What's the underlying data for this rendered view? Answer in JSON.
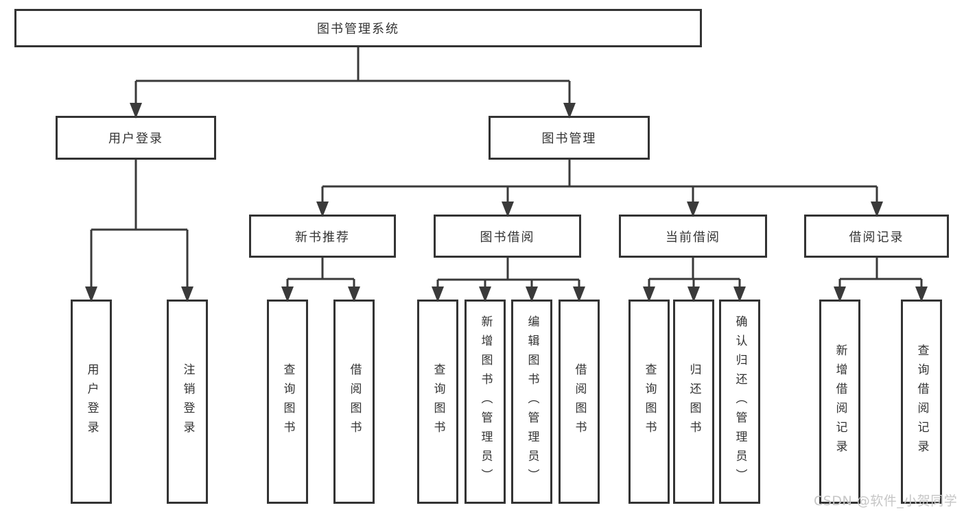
{
  "colors": {
    "background": "#ffffff",
    "line": "#3a3a3a",
    "box_border": "#333333",
    "text": "#333333",
    "watermark": "#c6c6c6"
  },
  "tree": {
    "root": {
      "label": "图书管理系统"
    },
    "branches": [
      {
        "label": "用户登录",
        "children": [
          {
            "label": "用户登录"
          },
          {
            "label": "注销登录"
          }
        ]
      },
      {
        "label": "图书管理",
        "children": [
          {
            "label": "新书推荐",
            "children": [
              {
                "label": "查询图书"
              },
              {
                "label": "借阅图书"
              }
            ]
          },
          {
            "label": "图书借阅",
            "children": [
              {
                "label": "查询图书"
              },
              {
                "label": "新增图书（管理员）"
              },
              {
                "label": "编辑图书（管理员）"
              },
              {
                "label": "借阅图书"
              }
            ]
          },
          {
            "label": "当前借阅",
            "children": [
              {
                "label": "查询图书"
              },
              {
                "label": "归还图书"
              },
              {
                "label": "确认归还（管理员）"
              }
            ]
          },
          {
            "label": "借阅记录",
            "children": [
              {
                "label": "新增借阅记录"
              },
              {
                "label": "查询借阅记录"
              }
            ]
          }
        ]
      }
    ]
  },
  "watermark": {
    "text": "CSDN @软件_小贺同学"
  }
}
